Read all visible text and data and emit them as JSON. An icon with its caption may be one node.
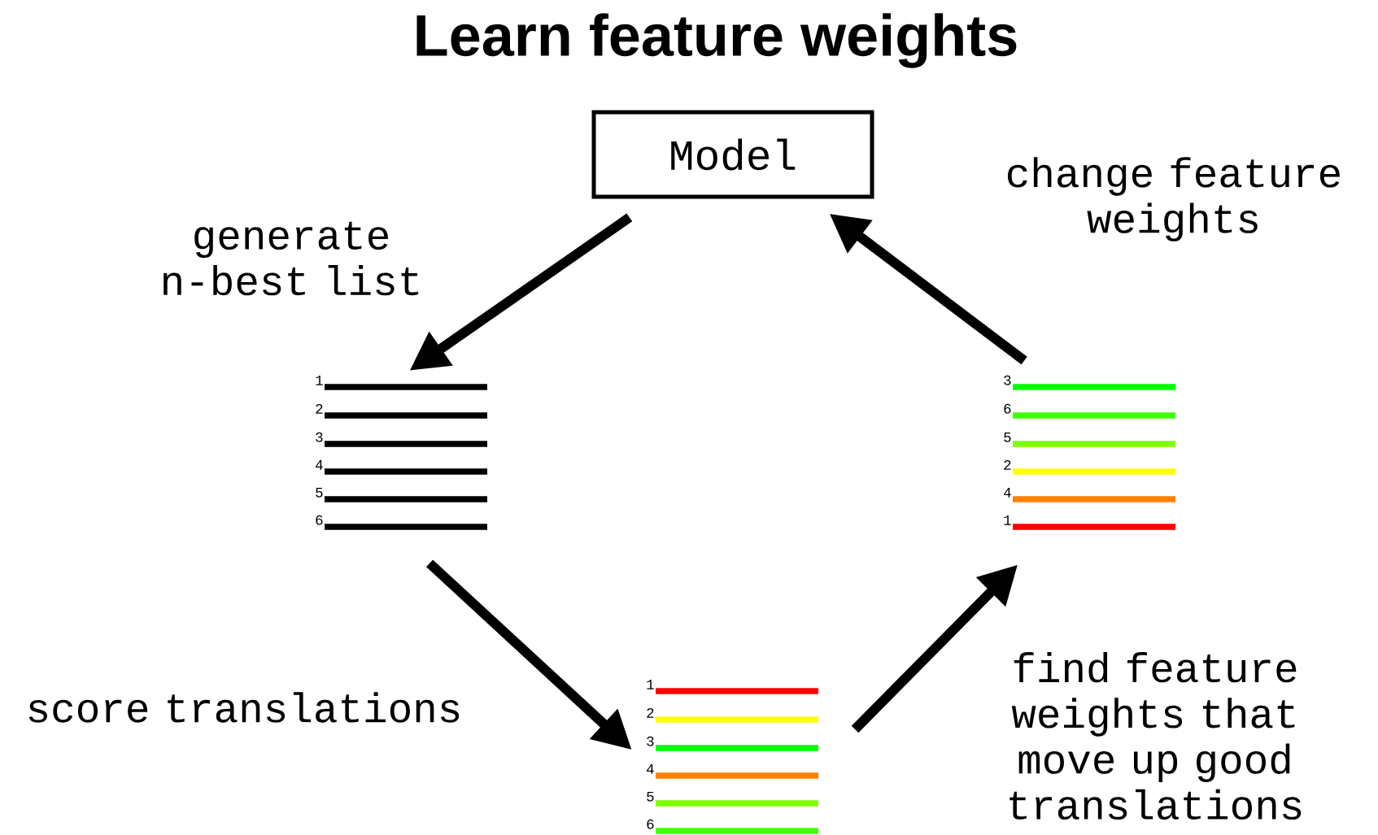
{
  "diagram": {
    "title": "Learn feature weights",
    "nodes": [
      {
        "text": [
          "Model"
        ]
      },
      {
        "text": [
          "1",
          "2",
          "3",
          "4",
          "5",
          "6"
        ]
      },
      {
        "text": [
          "1",
          "2",
          "3",
          "4",
          "5",
          "6"
        ]
      },
      {
        "text": [
          "3",
          "6",
          "5",
          "2",
          "4",
          "1"
        ]
      }
    ],
    "edges": [
      {
        "from": 0,
        "to": 1,
        "arrow": "to",
        "label": "generate n-best list"
      },
      {
        "from": 1,
        "to": 2,
        "arrow": "to",
        "label": "score translations"
      },
      {
        "from": 2,
        "to": 3,
        "arrow": "to",
        "label": "find feature weights that move up good translations"
      },
      {
        "from": 3,
        "to": 0,
        "arrow": "to",
        "label": "change feature weights"
      }
    ]
  }
}
